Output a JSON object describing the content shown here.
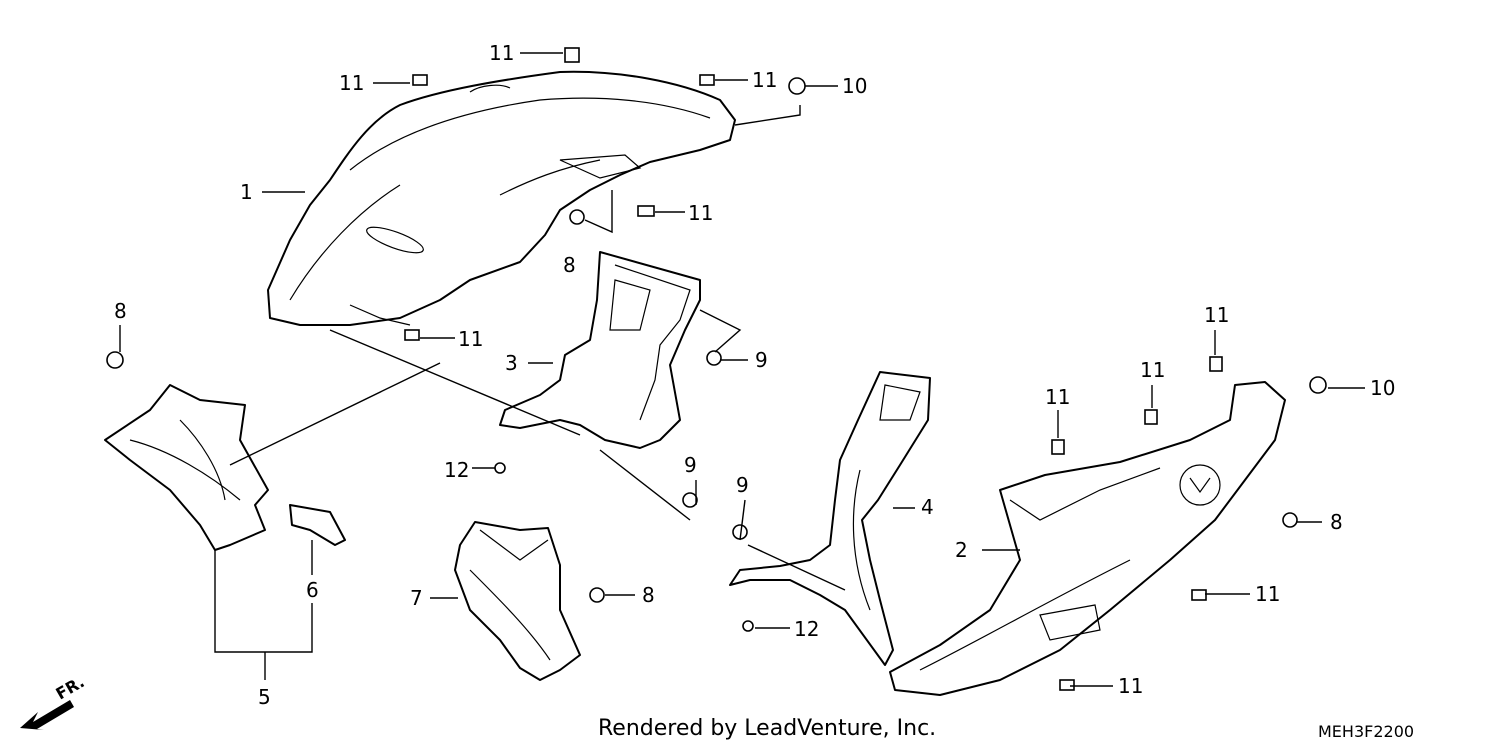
{
  "diagram": {
    "callouts": {
      "c1": "1",
      "c2": "2",
      "c3": "3",
      "c4": "4",
      "c5": "5",
      "c6": "6",
      "c7": "7",
      "c8a": "8",
      "c8b": "8",
      "c8c": "8",
      "c8d": "8",
      "c9a": "9",
      "c9b": "9",
      "c9c": "9",
      "c10a": "10",
      "c10b": "10",
      "c11a": "11",
      "c11b": "11",
      "c11c": "11",
      "c11d": "11",
      "c11e": "11",
      "c11f": "11",
      "c11g": "11",
      "c11h": "11",
      "c11i": "11",
      "c11j": "11",
      "c12a": "12",
      "c12b": "12"
    },
    "direction_label": "FR."
  },
  "footer": {
    "rendered_by": "Rendered by LeadVenture, Inc.",
    "diagram_code": "MEH3F2200"
  }
}
